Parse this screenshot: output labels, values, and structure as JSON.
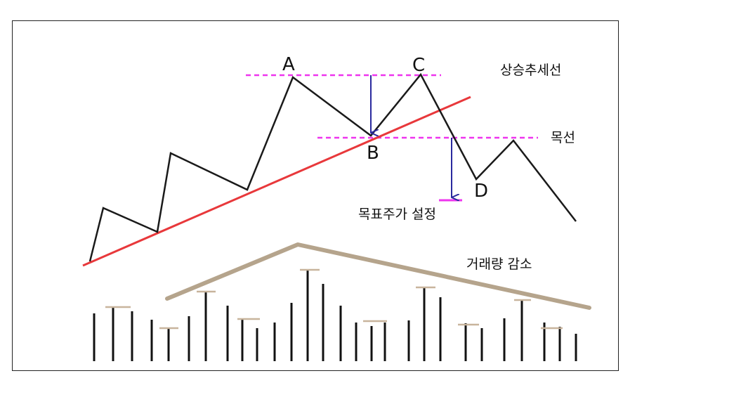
{
  "points": {
    "a": "A",
    "b": "B",
    "c": "C",
    "d": "D"
  },
  "labels": {
    "uptrend_line": "상승추세선",
    "neckline": "목선",
    "target_price": "목표주가 설정",
    "volume_decrease": "거래량 감소"
  },
  "colors": {
    "price_line": "#1a1a1a",
    "trend_line": "#e8383b",
    "dashed_guides": "#ee35ee",
    "arrows": "#2a2a9e",
    "volume_trend": "#b5a48c",
    "volume_bars": "#111111",
    "volume_caps": "#c8b49c"
  }
}
